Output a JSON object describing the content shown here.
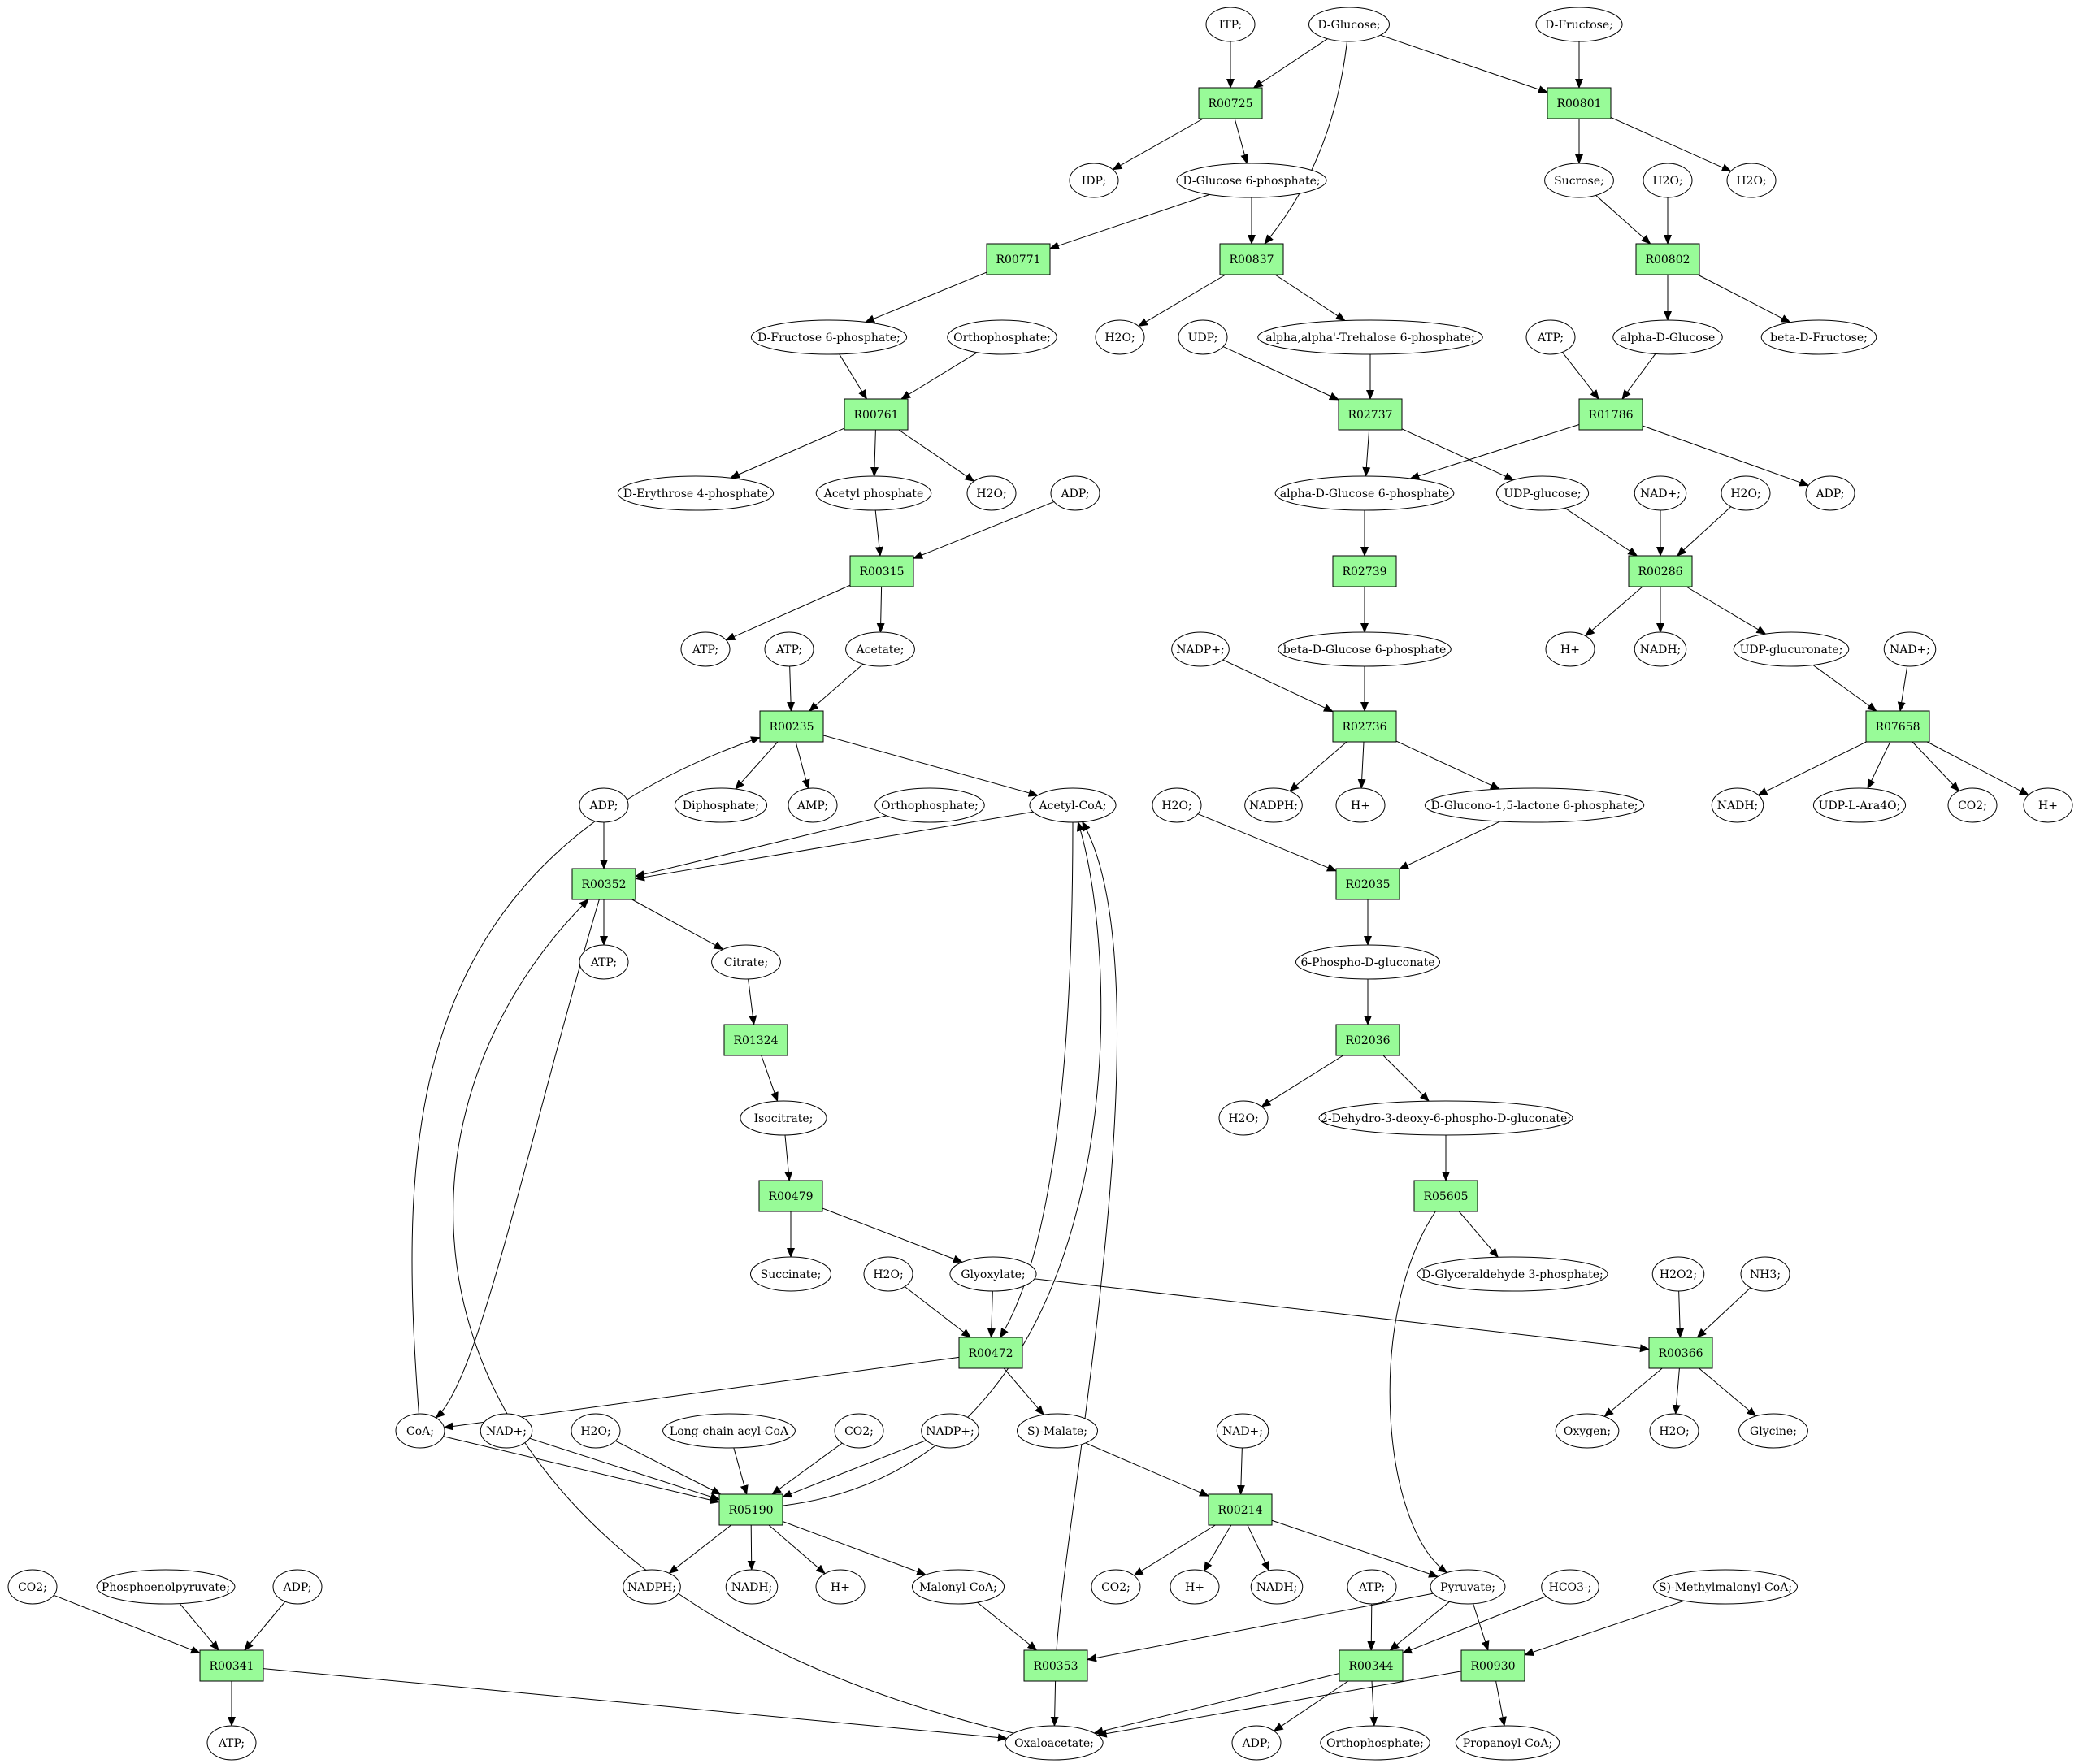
{
  "colors": {
    "reaction_fill": "#98fb98",
    "start_fill": "#00ee00",
    "target_fill": "#ffff00",
    "metabolite_fill": "#ffffff"
  },
  "reactions": [
    {
      "id": "r_R00725",
      "label": "R00725"
    },
    {
      "id": "r_R00801",
      "label": "R00801"
    },
    {
      "id": "r_R00771",
      "label": "R00771"
    },
    {
      "id": "r_R00837",
      "label": "R00837"
    },
    {
      "id": "r_R00802",
      "label": "R00802"
    },
    {
      "id": "r_R00761",
      "label": "R00761"
    },
    {
      "id": "r_R02737",
      "label": "R02737"
    },
    {
      "id": "r_R01786",
      "label": "R01786"
    },
    {
      "id": "r_R00315",
      "label": "R00315"
    },
    {
      "id": "r_R02739",
      "label": "R02739"
    },
    {
      "id": "r_R00286",
      "label": "R00286"
    },
    {
      "id": "r_R00235",
      "label": "R00235"
    },
    {
      "id": "r_R02736",
      "label": "R02736"
    },
    {
      "id": "r_R07658",
      "label": "R07658"
    },
    {
      "id": "r_R00352",
      "label": "R00352"
    },
    {
      "id": "r_R02035",
      "label": "R02035"
    },
    {
      "id": "r_R01324",
      "label": "R01324"
    },
    {
      "id": "r_R02036",
      "label": "R02036"
    },
    {
      "id": "r_R00479",
      "label": "R00479"
    },
    {
      "id": "r_R05605",
      "label": "R05605"
    },
    {
      "id": "r_R00472",
      "label": "R00472"
    },
    {
      "id": "r_R00366",
      "label": "R00366"
    },
    {
      "id": "r_R05190",
      "label": "R05190"
    },
    {
      "id": "r_R00214",
      "label": "R00214"
    },
    {
      "id": "r_R00341",
      "label": "R00341"
    },
    {
      "id": "r_R00353",
      "label": "R00353"
    },
    {
      "id": "r_R00344",
      "label": "R00344"
    },
    {
      "id": "r_R00930",
      "label": "R00930"
    }
  ],
  "metabolites": [
    {
      "id": "m_itp",
      "label": "ITP;"
    },
    {
      "id": "m_dglucose",
      "label": "D-Glucose;",
      "role": "start"
    },
    {
      "id": "m_dfructose",
      "label": "D-Fructose;"
    },
    {
      "id": "m_idp",
      "label": "IDP;"
    },
    {
      "id": "m_g6p",
      "label": "D-Glucose 6-phosphate;"
    },
    {
      "id": "m_sucrose",
      "label": "Sucrose;"
    },
    {
      "id": "m_h2o_a",
      "label": "H2O;"
    },
    {
      "id": "m_h2o_b",
      "label": "H2O;"
    },
    {
      "id": "m_f6p",
      "label": "D-Fructose 6-phosphate;"
    },
    {
      "id": "m_orthophos_a",
      "label": "Orthophosphate;"
    },
    {
      "id": "m_h2o_c",
      "label": "H2O;"
    },
    {
      "id": "m_udp",
      "label": "UDP;"
    },
    {
      "id": "m_trehalose6p",
      "label": "alpha,alpha'-Trehalose 6-phosphate;"
    },
    {
      "id": "m_atp_a",
      "label": "ATP;"
    },
    {
      "id": "m_adglucose",
      "label": "alpha-D-Glucose"
    },
    {
      "id": "m_bdfructose",
      "label": "beta-D-Fructose;"
    },
    {
      "id": "m_e4p",
      "label": "D-Erythrose 4-phosphate"
    },
    {
      "id": "m_acetylp",
      "label": "Acetyl phosphate"
    },
    {
      "id": "m_h2o_d",
      "label": "H2O;"
    },
    {
      "id": "m_adp_a",
      "label": "ADP;"
    },
    {
      "id": "m_ag6p",
      "label": "alpha-D-Glucose 6-phosphate"
    },
    {
      "id": "m_udpglucose",
      "label": "UDP-glucose;"
    },
    {
      "id": "m_nadp_a",
      "label": "NAD+;"
    },
    {
      "id": "m_h2o_e",
      "label": "H2O;"
    },
    {
      "id": "m_adp_b",
      "label": "ADP;"
    },
    {
      "id": "m_atp_b",
      "label": "ATP;"
    },
    {
      "id": "m_atp_c",
      "label": "ATP;"
    },
    {
      "id": "m_acetate",
      "label": "Acetate;"
    },
    {
      "id": "m_nadpplus_a",
      "label": "NADP+;"
    },
    {
      "id": "m_bg6p",
      "label": "beta-D-Glucose 6-phosphate"
    },
    {
      "id": "m_hplus_a",
      "label": "H+"
    },
    {
      "id": "m_nadh_a",
      "label": "NADH;"
    },
    {
      "id": "m_udpglucuronate",
      "label": "UDP-glucuronate;"
    },
    {
      "id": "m_nadplus_b",
      "label": "NAD+;"
    },
    {
      "id": "m_adp_c",
      "label": "ADP;"
    },
    {
      "id": "m_diphosphate",
      "label": "Diphosphate;"
    },
    {
      "id": "m_amp",
      "label": "AMP;"
    },
    {
      "id": "m_orthophos_b",
      "label": "Orthophosphate;"
    },
    {
      "id": "m_acetylcoa",
      "label": "Acetyl-CoA;"
    },
    {
      "id": "m_nadph_a",
      "label": "NADPH;"
    },
    {
      "id": "m_hplus_b",
      "label": "H+"
    },
    {
      "id": "m_gluconolactone6p",
      "label": "D-Glucono-1,5-lactone 6-phosphate;"
    },
    {
      "id": "m_nadh_b",
      "label": "NADH;"
    },
    {
      "id": "m_udpara",
      "label": "UDP-L-Ara4O;"
    },
    {
      "id": "m_co2_a",
      "label": "CO2;"
    },
    {
      "id": "m_hplus_c",
      "label": "H+"
    },
    {
      "id": "m_atp_d",
      "label": "ATP;"
    },
    {
      "id": "m_citrate",
      "label": "Citrate;"
    },
    {
      "id": "m_h2o_f",
      "label": "H2O;"
    },
    {
      "id": "m_6pg",
      "label": "6-Phospho-D-gluconate"
    },
    {
      "id": "m_isocitrate",
      "label": "Isocitrate;"
    },
    {
      "id": "m_h2o_g",
      "label": "H2O;"
    },
    {
      "id": "m_kdpg",
      "label": "2-Dehydro-3-deoxy-6-phospho-D-gluconate;"
    },
    {
      "id": "m_succinate",
      "label": "Succinate;"
    },
    {
      "id": "m_h2o_h",
      "label": "H2O;"
    },
    {
      "id": "m_glyoxylate",
      "label": "Glyoxylate;"
    },
    {
      "id": "m_gap",
      "label": "D-Glyceraldehyde 3-phosphate;"
    },
    {
      "id": "m_h2o2",
      "label": "H2O2;"
    },
    {
      "id": "m_nh3",
      "label": "NH3;"
    },
    {
      "id": "m_coa",
      "label": "CoA;"
    },
    {
      "id": "m_nadplus_c",
      "label": "NAD+;"
    },
    {
      "id": "m_h2o_i",
      "label": "H2O;"
    },
    {
      "id": "m_lcacylcoa",
      "label": "Long-chain acyl-CoA"
    },
    {
      "id": "m_co2_b",
      "label": "CO2;"
    },
    {
      "id": "m_nadpplus_b",
      "label": "NADP+;"
    },
    {
      "id": "m_smalate",
      "label": "S)-Malate;"
    },
    {
      "id": "m_nadplus_d",
      "label": "NAD+;"
    },
    {
      "id": "m_oxygen",
      "label": "Oxygen;"
    },
    {
      "id": "m_h2o_j",
      "label": "H2O;"
    },
    {
      "id": "m_glycine",
      "label": "Glycine;",
      "role": "target"
    },
    {
      "id": "m_co2_c",
      "label": "CO2;"
    },
    {
      "id": "m_pep",
      "label": "Phosphoenolpyruvate;"
    },
    {
      "id": "m_adp_d",
      "label": "ADP;"
    },
    {
      "id": "m_nadph_b",
      "label": "NADPH;"
    },
    {
      "id": "m_nadh_c",
      "label": "NADH;"
    },
    {
      "id": "m_hplus_d",
      "label": "H+"
    },
    {
      "id": "m_malonylcoa",
      "label": "Malonyl-CoA;"
    },
    {
      "id": "m_co2_d",
      "label": "CO2;"
    },
    {
      "id": "m_hplus_e",
      "label": "H+"
    },
    {
      "id": "m_nadh_d",
      "label": "NADH;"
    },
    {
      "id": "m_atp_e",
      "label": "ATP;"
    },
    {
      "id": "m_pyruvate",
      "label": "Pyruvate;"
    },
    {
      "id": "m_hco3",
      "label": "HCO3-;"
    },
    {
      "id": "m_smethylmalonylcoa",
      "label": "S)-Methylmalonyl-CoA;"
    },
    {
      "id": "m_atp_f",
      "label": "ATP;"
    },
    {
      "id": "m_oxaloacetate",
      "label": "Oxaloacetate;"
    },
    {
      "id": "m_adp_e",
      "label": "ADP;"
    },
    {
      "id": "m_orthophos_c",
      "label": "Orthophosphate;"
    },
    {
      "id": "m_propanoylcoa",
      "label": "Propanoyl-CoA;"
    }
  ]
}
